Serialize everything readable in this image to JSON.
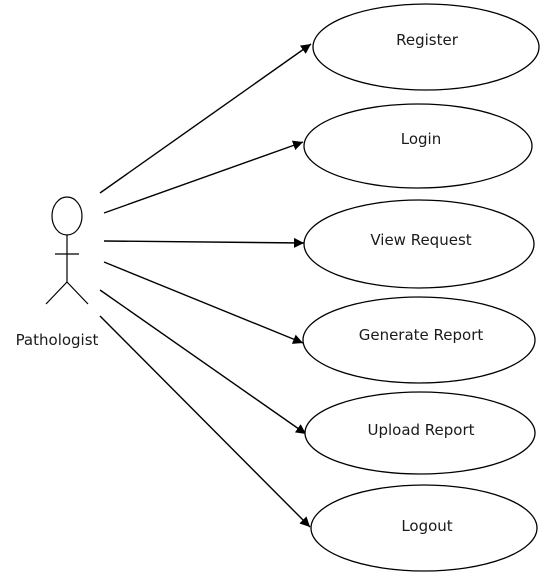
{
  "diagram": {
    "actor": {
      "name": "Pathologist"
    },
    "use_cases": [
      {
        "label": "Register"
      },
      {
        "label": "Login"
      },
      {
        "label": "View Request"
      },
      {
        "label": "Generate Report"
      },
      {
        "label": "Upload Report"
      },
      {
        "label": "Logout"
      }
    ],
    "associations": [
      {
        "from": "Pathologist",
        "to": "Register"
      },
      {
        "from": "Pathologist",
        "to": "Login"
      },
      {
        "from": "Pathologist",
        "to": "View Request"
      },
      {
        "from": "Pathologist",
        "to": "Generate Report"
      },
      {
        "from": "Pathologist",
        "to": "Upload Report"
      },
      {
        "from": "Pathologist",
        "to": "Logout"
      }
    ],
    "colors": {
      "stroke": "#000000",
      "background": "#ffffff",
      "text": "#1a1a1a"
    }
  }
}
